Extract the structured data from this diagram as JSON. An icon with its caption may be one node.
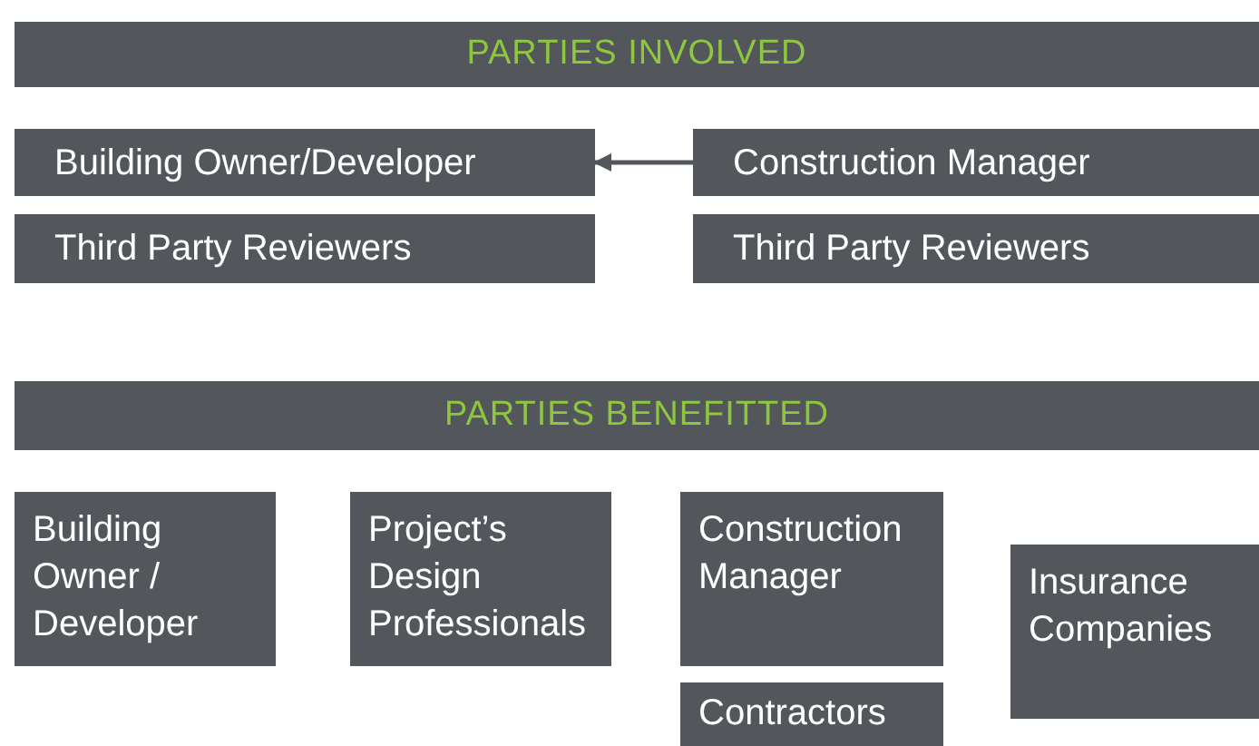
{
  "diagram": {
    "nodes": [
      {
        "text": [
          "PARTIES INVOLVED"
        ]
      },
      {
        "text": [
          "Building Owner/Developer"
        ]
      },
      {
        "text": [
          "Construction Manager"
        ]
      },
      {
        "text": [
          "Third Party Reviewers"
        ]
      },
      {
        "text": [
          "Third Party Reviewers"
        ]
      },
      {
        "text": [
          "PARTIES BENEFITTED"
        ]
      },
      {
        "text": [
          "Building Owner / Developer"
        ]
      },
      {
        "text": [
          "Project’s Design Professionals"
        ]
      },
      {
        "text": [
          "Construction Manager"
        ]
      },
      {
        "text": [
          "Insurance Companies"
        ]
      },
      {
        "text": [
          "Contractors"
        ]
      }
    ],
    "edges": [
      {
        "from": 2,
        "to": 1,
        "arrow": "to"
      }
    ]
  }
}
